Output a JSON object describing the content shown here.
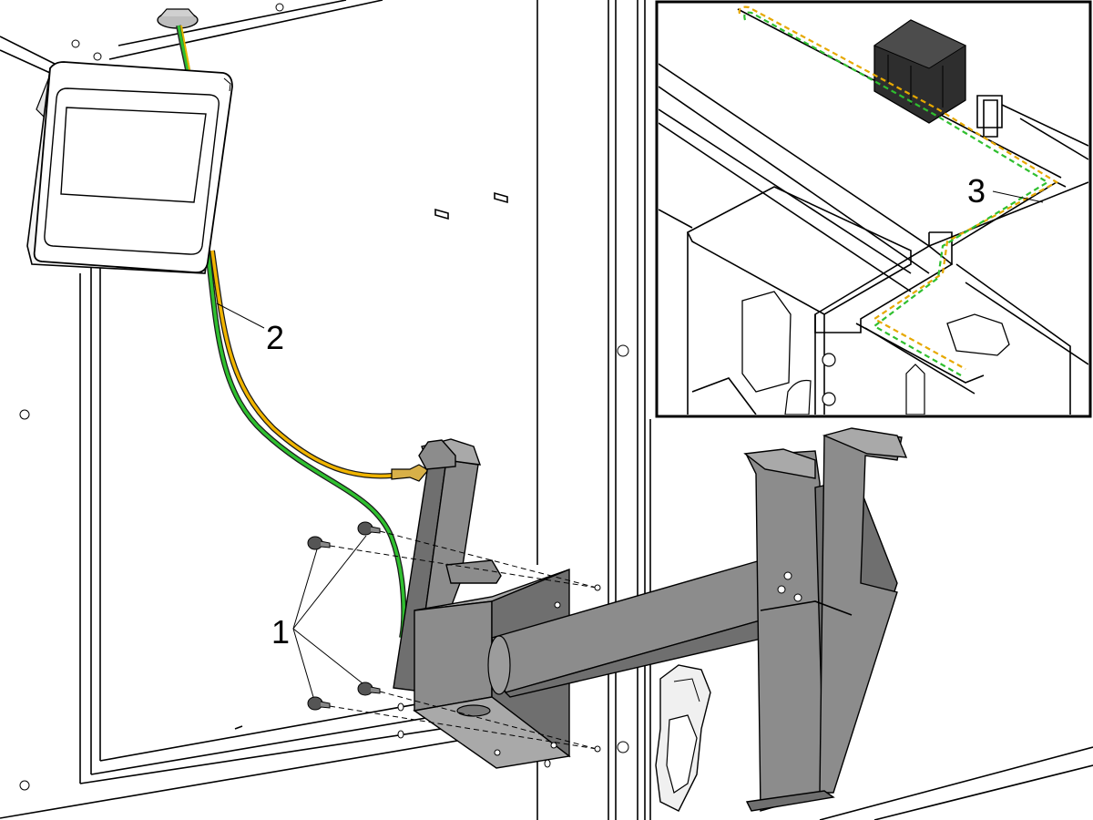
{
  "callouts": {
    "label_1": "1",
    "label_2": "2",
    "label_3": "3"
  }
}
